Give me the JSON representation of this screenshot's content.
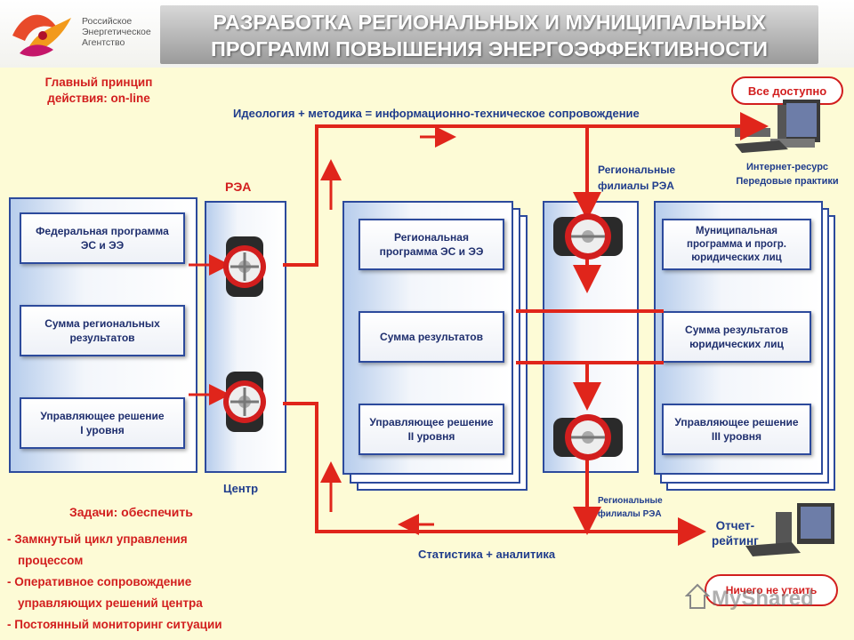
{
  "header": {
    "logo_lines": [
      "Российское",
      "Энергетическое",
      "Агентство"
    ],
    "title_line1": "РАЗРАБОТКА РЕГИОНАЛЬНЫХ И МУНИЦИПАЛЬНЫХ",
    "title_line2": "ПРОГРАММ ПОВЫШЕНИЯ ЭНЕРГОЭФФЕКТИВНОСТИ"
  },
  "principle": {
    "line1": "Главный принцип",
    "line2": "действия: on-line"
  },
  "ideology": "Идеология + методика = информационно-техническое сопровождение",
  "rea_label": "РЭА",
  "center_label": "Центр",
  "all_available": "Все доступно",
  "internet": {
    "line1": "Интернет-ресурс",
    "line2": "Передовые практики"
  },
  "regional_branches_top": {
    "line1": "Региональные",
    "line2": "филиалы РЭА"
  },
  "regional_branches_bottom": {
    "line1": "Региональные",
    "line2": "филиалы РЭА"
  },
  "left_boxes": [
    {
      "line1": "Федеральная программа",
      "line2": "ЭС и ЭЭ"
    },
    {
      "line1": "Сумма региональных",
      "line2": "результатов"
    },
    {
      "line1": "Управляющее решение",
      "line2": "I уровня"
    }
  ],
  "middle_boxes": [
    {
      "line1": "Региональная",
      "line2": "программа ЭС и ЭЭ"
    },
    {
      "line1": "Сумма результатов",
      "line2": ""
    },
    {
      "line1": "Управляющее решение",
      "line2": "II уровня"
    }
  ],
  "right_boxes": [
    {
      "line1": "Муниципальная",
      "line2": "программа и прогр.",
      "line3": "юридических лиц"
    },
    {
      "line1": "Сумма результатов",
      "line2": "юридических лиц",
      "line3": ""
    },
    {
      "line1": "Управляющее решение",
      "line2": "III уровня",
      "line3": ""
    }
  ],
  "statistics": "Статистика + аналитика",
  "report": {
    "line1": "Отчет-",
    "line2": "рейтинг"
  },
  "tasks": {
    "heading": "Задачи: обеспечить",
    "items": [
      {
        "line1": "- Замкнутый цикл управления",
        "line2": "процессом"
      },
      {
        "line1": "- Оперативное сопровождение",
        "line2": "управляющих решений центра"
      },
      {
        "line1": "- Постоянный мониторинг ситуации",
        "line2": ""
      }
    ]
  },
  "watermark": {
    "button": "Ничего не утаить",
    "brand": "MyShared"
  },
  "colors": {
    "accent_red": "#d21e1e",
    "navy": "#1f3c8c",
    "background": "#fdfbd6"
  }
}
